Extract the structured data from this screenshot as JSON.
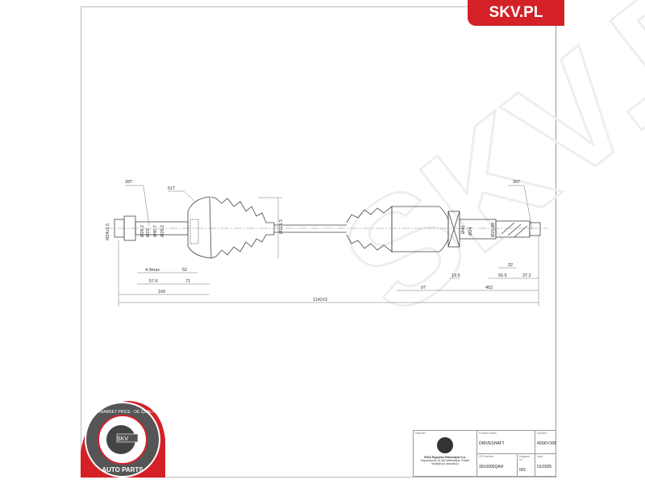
{
  "brand": {
    "label": "SKV.PL",
    "color": "#d42027"
  },
  "watermark": {
    "text": "SKV.PL"
  },
  "badge": {
    "top_text": "AFTERMARKET PRICE · OE QUALITY",
    "center_text": "SKV",
    "bottom_text": "AUTO PARTS",
    "color": "#d42027"
  },
  "drawing": {
    "callouts": {
      "left_spline": "28T",
      "right_spline": "39T",
      "abs_ring": "51T"
    },
    "dims": {
      "thread": "M24x1.5",
      "d1": "Ø23",
      "d2": "Ø26.2",
      "d3": "Ø29.2",
      "d4": "Ø40.7",
      "boot_d": "Ø113.3",
      "d5": "Ø40",
      "d6": "Ø25.88",
      "d7": "Ø24",
      "w1": "4.9max",
      "w2": "52",
      "w3": "57.6",
      "w4": "71",
      "w5": "166",
      "total": "1142±3",
      "w6": "97",
      "w7": "452",
      "w8": "19.5",
      "w9": "65.5",
      "w10": "32",
      "w11": "37.2"
    }
  },
  "title_block": {
    "importer_label": "Importer",
    "importer_text": "ESKA Rogowski Wielowiejski S.A.",
    "importer_addr": "Papowska 65, 61-360 Wielowiejsk, Poland",
    "importer_web": "info@skv.pl, www.skv.pl",
    "product_label": "Product name",
    "product": "DRIVESHAFT",
    "symbol_label": "Symbol",
    "symbol": "40SKV108",
    "oe_label": "OE Number",
    "oe": "3910000QAH",
    "diagram_label": "Diagram no.",
    "diagram": "001",
    "date_label": "Date",
    "date": "01/2025"
  }
}
